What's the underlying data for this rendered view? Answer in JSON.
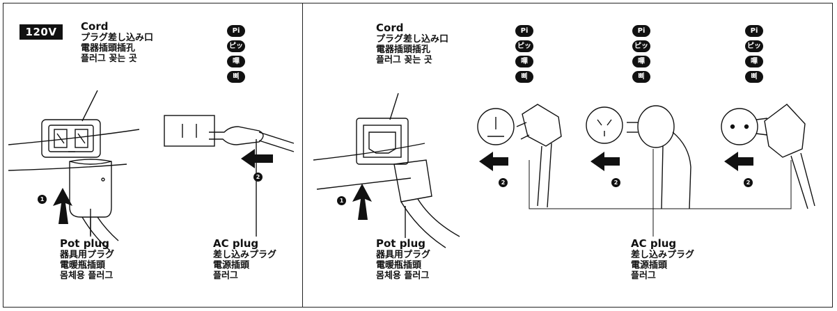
{
  "voltage_badge": "120V",
  "left_panel": {
    "cord": {
      "title": "Cord",
      "lines": [
        "プラグ差し込み口",
        "電器插頭插孔",
        "플러그 꽂는 곳"
      ]
    },
    "pot_plug": {
      "title": "Pot plug",
      "lines": [
        "器具用プラグ",
        "電暖瓶插頭",
        "몸체용 플러그"
      ]
    },
    "ac_plug": {
      "title": "AC plug",
      "lines": [
        "差し込みプラグ",
        "電源插頭",
        "플러그"
      ]
    },
    "sound_badges": [
      "Pi",
      "ピッ",
      "嗶",
      "삐"
    ]
  },
  "right_panel": {
    "cord": {
      "title": "Cord",
      "lines": [
        "プラグ差し込み口",
        "電器插頭插孔",
        "플러그 꽂는 곳"
      ]
    },
    "pot_plug": {
      "title": "Pot plug",
      "lines": [
        "器具用プラグ",
        "電暖瓶插頭",
        "몸체용 플러그"
      ]
    },
    "ac_plug": {
      "title": "AC plug",
      "lines": [
        "差し込みプラグ",
        "電源插頭",
        "플러그"
      ]
    },
    "sound_badges": [
      "Pi",
      "ピッ",
      "嗶",
      "삐"
    ]
  },
  "step_numbers": [
    "1",
    "2"
  ]
}
